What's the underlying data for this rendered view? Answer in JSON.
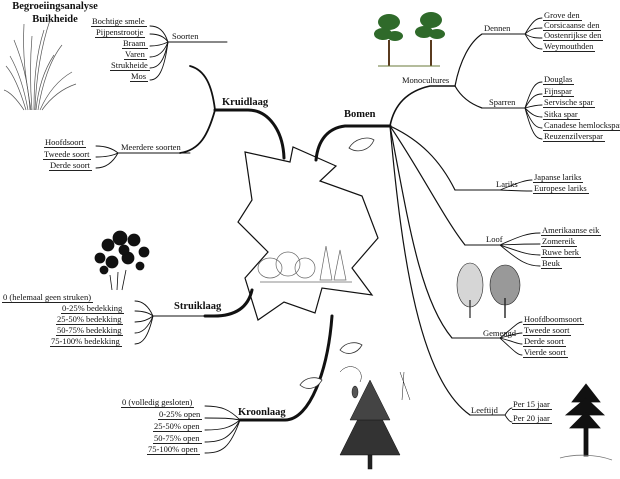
{
  "center": {
    "title_line1": "Begroeiingsanalyse",
    "title_line2": "Buikheide"
  },
  "kruidlaag": {
    "label": "Kruidlaag",
    "soorten_label": "Soorten",
    "soorten": [
      "Bochtige smele",
      "Pijpenstrootje",
      "Braam",
      "Varen",
      "Strukheide",
      "Mos"
    ],
    "meerdere_label": "Meerdere soorten",
    "meerdere": [
      "Hoofdsoort",
      "Tweede soort",
      "Derde soort"
    ]
  },
  "struiklaag": {
    "label": "Struiklaag",
    "items": [
      "0 (helemaal geen struken)",
      "0-25% bedekking",
      "25-50% bedekking",
      "50-75% bedekking",
      "75-100% bedekking"
    ]
  },
  "kroonlaag": {
    "label": "Kroonlaag",
    "items": [
      "0 (volledig gesloten)",
      "0-25% open",
      "25-50% open",
      "50-75% open",
      "75-100% open"
    ]
  },
  "bomen": {
    "label": "Bomen",
    "monocultures_label": "Monocultures",
    "dennen_label": "Dennen",
    "dennen": [
      "Grove den",
      "Corsicaanse den",
      "Oostenrijkse den",
      "Weymouthden"
    ],
    "sparren_label": "Sparren",
    "sparren": [
      "Douglas",
      "Fijnspar",
      "Servische spar",
      "Sitka spar",
      "Canadese hemlockspar",
      "Reuzenzilverspar"
    ],
    "lariks_label": "Lariks",
    "lariks": [
      "Japanse lariks",
      "Europese lariks"
    ],
    "loof_label": "Loof",
    "loof": [
      "Amerikaanse eik",
      "Zomereik",
      "Ruwe berk",
      "Beuk"
    ],
    "gemengd_label": "Gemengd",
    "gemengd": [
      "Hoofdboomsoort",
      "Tweede soort",
      "Derde soort",
      "Vierde soort"
    ],
    "leeftijd_label": "Leeftijd",
    "leeftijd": [
      "Per 15 jaar",
      "Per 20 jaar"
    ]
  }
}
